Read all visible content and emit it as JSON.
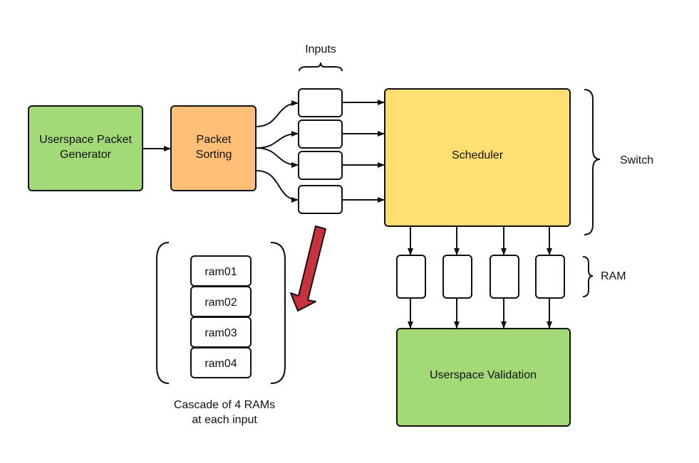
{
  "labels": {
    "inputs": "Inputs",
    "switch": "Switch",
    "ram": "RAM",
    "cascade_line1": "Cascade of 4 RAMs",
    "cascade_line2": "at each input"
  },
  "blocks": {
    "generator": [
      "Userspace Packet",
      "Generator"
    ],
    "sorting": [
      "Packet",
      "Sorting"
    ],
    "scheduler": "Scheduler",
    "validation": "Userspace Validation"
  },
  "ram_cascade": [
    "ram01",
    "ram02",
    "ram03",
    "ram04"
  ],
  "colors": {
    "generator": "#a3d977",
    "sorting": "#ffbf77",
    "scheduler": "#ffdf71",
    "validation": "#a3d977",
    "big_arrow": "#c8313d",
    "stroke": "#111111"
  }
}
